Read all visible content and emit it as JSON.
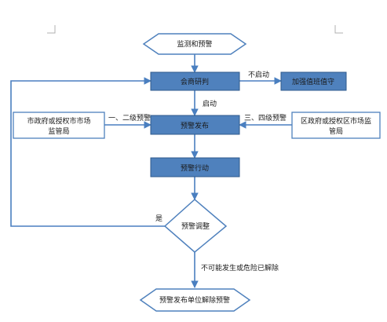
{
  "nodes": {
    "start": "监测和预警",
    "consult": "会商研判",
    "strengthen": "加强值班值守",
    "publish": "预警发布",
    "action": "预警行动",
    "adjust": "预警调整",
    "end": "预警发布单位解除预警",
    "city_line1": "市政府或授权市市场",
    "city_line2": "监管局",
    "district_line1": "区政府或授权区市场监",
    "district_line2": "管局"
  },
  "edges": {
    "not_started": "不启动",
    "started": "启动",
    "level_12": "一、二级预警",
    "level_34": "三、四级预警",
    "yes": "是",
    "lifted": "不可能发生或危险已解除"
  },
  "colors": {
    "box_fill": "#4f81bd",
    "box_stroke": "#2f5a8c",
    "outline_fill": "#ffffff",
    "line": "#4a7fc0"
  }
}
